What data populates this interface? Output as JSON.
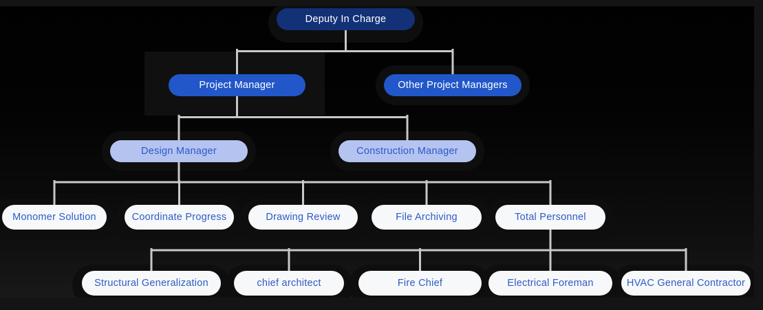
{
  "diagram": {
    "type": "org-chart",
    "nodes": {
      "deputy": {
        "label": "Deputy In Charge",
        "level": 1
      },
      "project_manager": {
        "label": "Project Manager",
        "level": 2
      },
      "other_project_managers": {
        "label": "Other Project Managers",
        "level": 2
      },
      "design_manager": {
        "label": "Design Manager",
        "level": 3
      },
      "construction_manager": {
        "label": "Construction Manager",
        "level": 3
      },
      "monomer_solution": {
        "label": "Monomer Solution",
        "level": 4
      },
      "coordinate_progress": {
        "label": "Coordinate Progress",
        "level": 4
      },
      "drawing_review": {
        "label": "Drawing Review",
        "level": 4
      },
      "file_archiving": {
        "label": "File Archiving",
        "level": 4
      },
      "total_personnel": {
        "label": "Total Personnel",
        "level": 4
      },
      "structural_generalization": {
        "label": "Structural Generalization",
        "level": 5
      },
      "chief_architect": {
        "label": "chief architect",
        "level": 5
      },
      "fire_chief": {
        "label": "Fire Chief",
        "level": 5
      },
      "electrical_foreman": {
        "label": "Electrical Foreman",
        "level": 5
      },
      "hvac_general_contractor": {
        "label": "HVAC General Contractor",
        "level": 5
      }
    },
    "edges": [
      [
        "deputy",
        "project_manager"
      ],
      [
        "deputy",
        "other_project_managers"
      ],
      [
        "project_manager",
        "design_manager"
      ],
      [
        "project_manager",
        "construction_manager"
      ],
      [
        "design_manager",
        "monomer_solution"
      ],
      [
        "design_manager",
        "coordinate_progress"
      ],
      [
        "design_manager",
        "drawing_review"
      ],
      [
        "design_manager",
        "file_archiving"
      ],
      [
        "design_manager",
        "total_personnel"
      ],
      [
        "total_personnel",
        "structural_generalization"
      ],
      [
        "total_personnel",
        "chief_architect"
      ],
      [
        "total_personnel",
        "fire_chief"
      ],
      [
        "total_personnel",
        "electrical_foreman"
      ],
      [
        "total_personnel",
        "hvac_general_contractor"
      ]
    ],
    "colors": {
      "level1_bg": "#123177",
      "level1_text": "#ffffff",
      "level2_bg": "#2257c9",
      "level2_text": "#ffffff",
      "level3_bg": "#b5c3f1",
      "level3_text": "#2c5ac6",
      "level45_bg": "#f7f8fa",
      "level45_text": "#2d5bc4",
      "connector": "#c8c8c8",
      "page_background": "#141414",
      "chart_background": "#030303"
    }
  }
}
